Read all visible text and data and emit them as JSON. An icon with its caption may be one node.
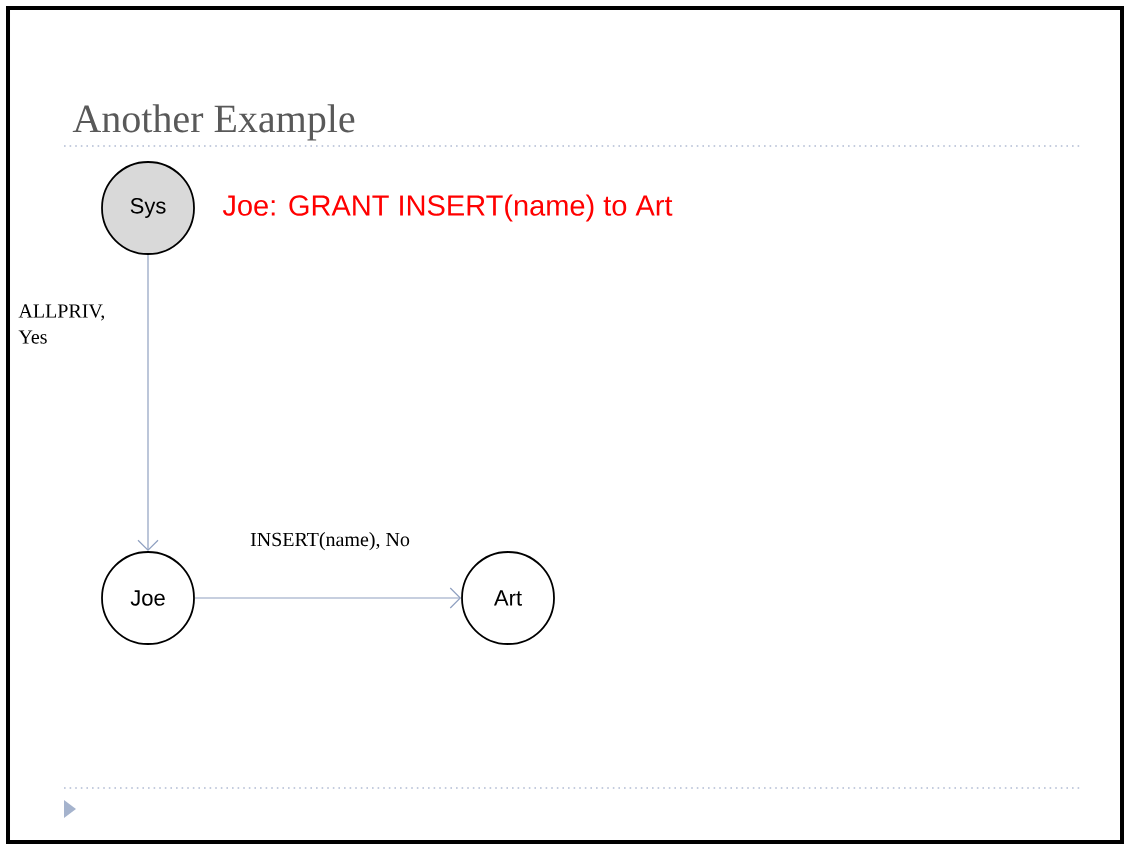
{
  "diagram": {
    "title": "Another Example",
    "nodes": [
      {
        "text": [
          "Sys"
        ]
      },
      {
        "text": [
          "Joe"
        ]
      },
      {
        "text": [
          "Art"
        ]
      }
    ],
    "edges": [
      {
        "from": 0,
        "to": 1,
        "arrow": "to",
        "label": "ALLPRIV, Yes"
      },
      {
        "from": 1,
        "to": 2,
        "arrow": "to",
        "label": "INSERT(name), No"
      }
    ],
    "labels": [
      "Joe: GRANT INSERT(name) to Art"
    ]
  }
}
